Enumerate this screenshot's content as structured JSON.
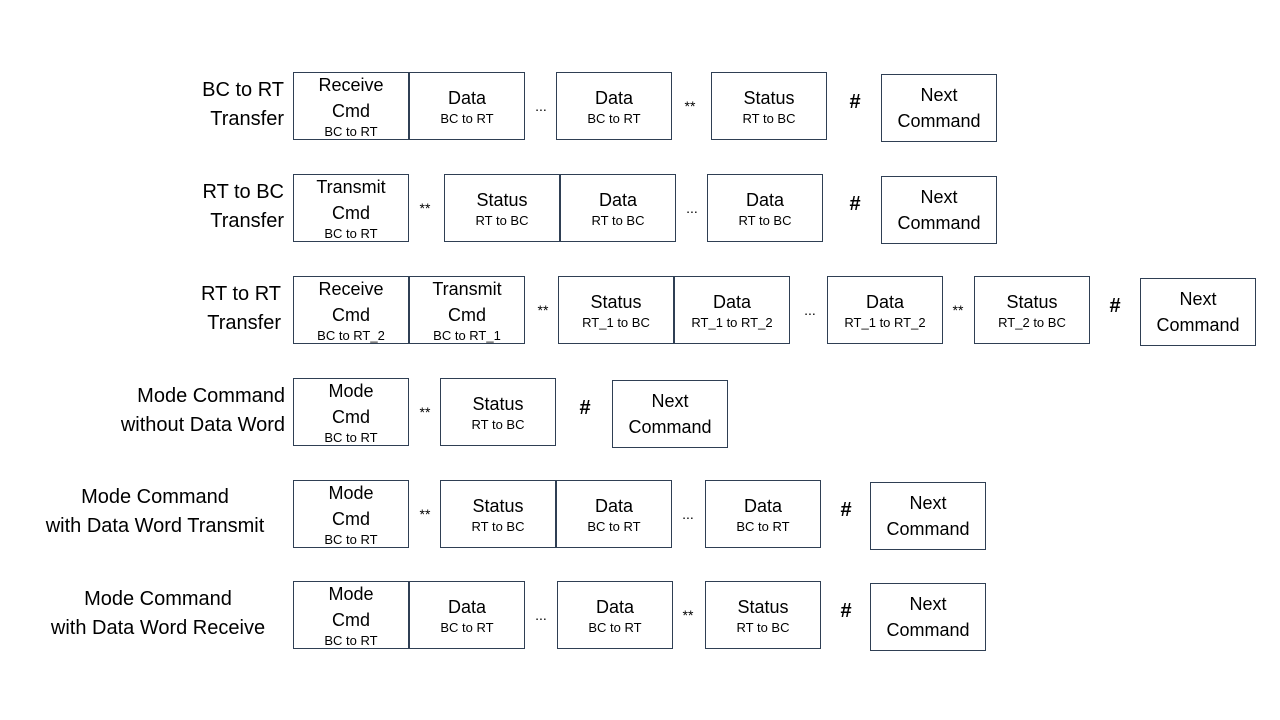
{
  "rows": [
    {
      "label": [
        "BC to RT",
        "Transfer"
      ],
      "items": [
        {
          "kind": "box",
          "main": [
            "Receive",
            "Cmd"
          ],
          "sub": "BC to RT"
        },
        {
          "kind": "box",
          "main": [
            "Data"
          ],
          "sub": "BC to RT"
        },
        {
          "kind": "sep",
          "text": "..."
        },
        {
          "kind": "box",
          "main": [
            "Data"
          ],
          "sub": "BC to RT"
        },
        {
          "kind": "sep",
          "text": "**"
        },
        {
          "kind": "box",
          "main": [
            "Status"
          ],
          "sub": "RT to BC"
        },
        {
          "kind": "sep",
          "text": "#"
        },
        {
          "kind": "box",
          "main": [
            "Next",
            "Command"
          ],
          "sub": ""
        }
      ]
    },
    {
      "label": [
        "RT to BC",
        "Transfer"
      ],
      "items": [
        {
          "kind": "box",
          "main": [
            "Transmit",
            "Cmd"
          ],
          "sub": "BC to RT"
        },
        {
          "kind": "sep",
          "text": "**"
        },
        {
          "kind": "box",
          "main": [
            "Status"
          ],
          "sub": "RT to BC"
        },
        {
          "kind": "box",
          "main": [
            "Data"
          ],
          "sub": "RT to BC"
        },
        {
          "kind": "sep",
          "text": "..."
        },
        {
          "kind": "box",
          "main": [
            "Data"
          ],
          "sub": "RT to BC"
        },
        {
          "kind": "sep",
          "text": "#"
        },
        {
          "kind": "box",
          "main": [
            "Next",
            "Command"
          ],
          "sub": ""
        }
      ]
    },
    {
      "label": [
        "RT to RT",
        "Transfer"
      ],
      "items": [
        {
          "kind": "box",
          "main": [
            "Receive",
            "Cmd"
          ],
          "sub": "BC to RT_2"
        },
        {
          "kind": "box",
          "main": [
            "Transmit",
            "Cmd"
          ],
          "sub": "BC to RT_1"
        },
        {
          "kind": "sep",
          "text": "**"
        },
        {
          "kind": "box",
          "main": [
            "Status"
          ],
          "sub": "RT_1 to BC"
        },
        {
          "kind": "box",
          "main": [
            "Data"
          ],
          "sub": "RT_1 to RT_2"
        },
        {
          "kind": "sep",
          "text": "..."
        },
        {
          "kind": "box",
          "main": [
            "Data"
          ],
          "sub": "RT_1 to RT_2"
        },
        {
          "kind": "sep",
          "text": "**"
        },
        {
          "kind": "box",
          "main": [
            "Status"
          ],
          "sub": "RT_2 to BC"
        },
        {
          "kind": "sep",
          "text": "#"
        },
        {
          "kind": "box",
          "main": [
            "Next",
            "Command"
          ],
          "sub": ""
        }
      ]
    },
    {
      "label": [
        "Mode Command",
        "without Data Word"
      ],
      "items": [
        {
          "kind": "box",
          "main": [
            "Mode",
            "Cmd"
          ],
          "sub": "BC to RT"
        },
        {
          "kind": "sep",
          "text": "**"
        },
        {
          "kind": "box",
          "main": [
            "Status"
          ],
          "sub": "RT to BC"
        },
        {
          "kind": "sep",
          "text": "#"
        },
        {
          "kind": "box",
          "main": [
            "Next",
            "Command"
          ],
          "sub": ""
        }
      ]
    },
    {
      "label": [
        "Mode Command",
        "with Data Word Transmit"
      ],
      "items": [
        {
          "kind": "box",
          "main": [
            "Mode",
            "Cmd"
          ],
          "sub": "BC to RT"
        },
        {
          "kind": "sep",
          "text": "**"
        },
        {
          "kind": "box",
          "main": [
            "Status"
          ],
          "sub": "RT to BC"
        },
        {
          "kind": "box",
          "main": [
            "Data"
          ],
          "sub": "BC to RT"
        },
        {
          "kind": "sep",
          "text": "..."
        },
        {
          "kind": "box",
          "main": [
            "Data"
          ],
          "sub": "BC to RT"
        },
        {
          "kind": "sep",
          "text": "#"
        },
        {
          "kind": "box",
          "main": [
            "Next",
            "Command"
          ],
          "sub": ""
        }
      ]
    },
    {
      "label": [
        "Mode Command",
        "with Data Word Receive"
      ],
      "items": [
        {
          "kind": "box",
          "main": [
            "Mode",
            "Cmd"
          ],
          "sub": "BC to RT"
        },
        {
          "kind": "box",
          "main": [
            "Data"
          ],
          "sub": "BC to RT"
        },
        {
          "kind": "sep",
          "text": "..."
        },
        {
          "kind": "box",
          "main": [
            "Data"
          ],
          "sub": "BC to RT"
        },
        {
          "kind": "sep",
          "text": "**"
        },
        {
          "kind": "box",
          "main": [
            "Status"
          ],
          "sub": "RT to BC"
        },
        {
          "kind": "sep",
          "text": "#"
        },
        {
          "kind": "box",
          "main": [
            "Next",
            "Command"
          ],
          "sub": ""
        }
      ]
    }
  ]
}
